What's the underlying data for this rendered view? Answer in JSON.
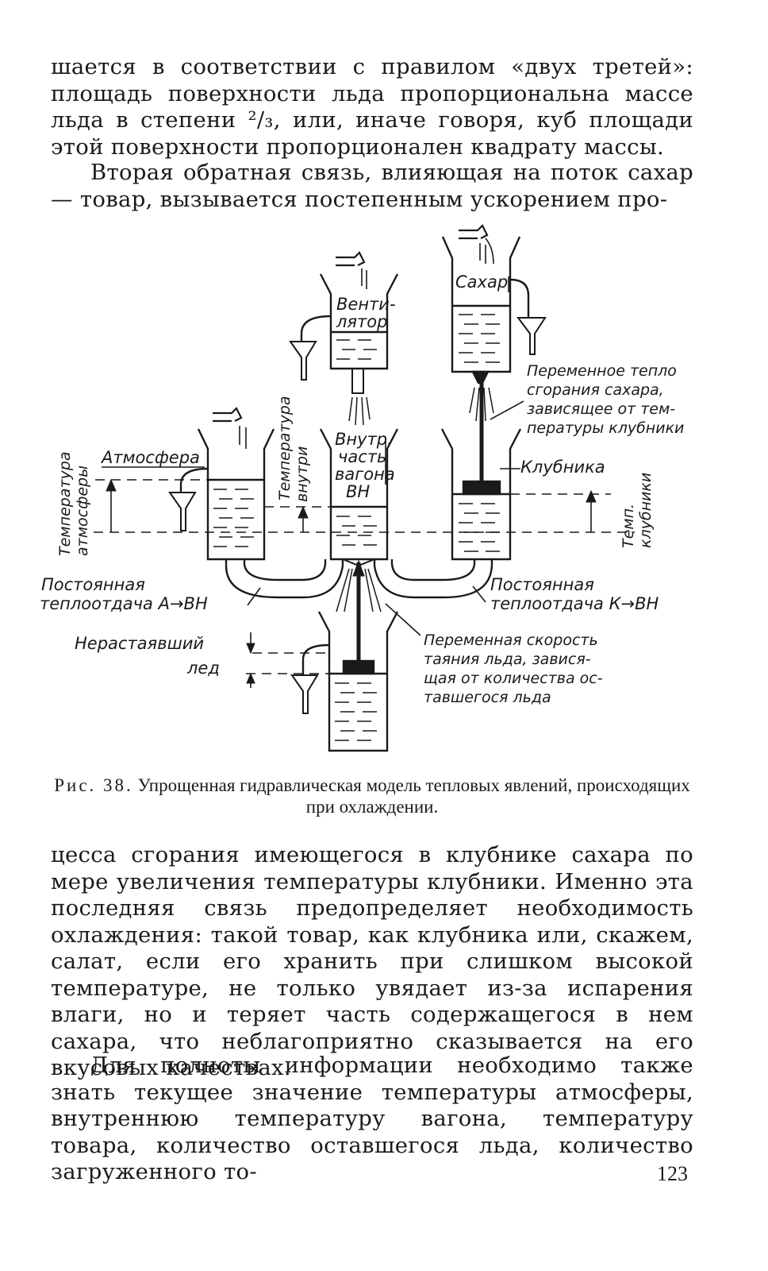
{
  "text": {
    "para1": "шается в соответствии с правилом «двух третей»: площадь поверхности льда пропорциональна массе льда в степени ²/₃, или, иначе говоря, куб площади этой поверхности пропорционален квадрату массы.",
    "para2": "Вторая обратная связь, влияющая на поток сахар — товар, вызывается постепенным ускорением про-",
    "para3": "цесса сгорания имеющегося в клубнике сахара по мере увеличения температуры клубники. Именно эта последняя связь предопределяет необходимость охлаждения: такой товар, как клубника или, скажем, салат, если его хранить при слишком высокой температуре, не только увядает из-за испарения влаги, но и теряет часть содержащегося в нем сахара, что неблагоприятно сказывается на его вкусовых качествах.",
    "para4": "Для полноты информации необходимо также знать текущее значение температуры атмосферы, внутреннюю температуру вагона, температуру товара, количество оставшегося льда, количество загруженного то-"
  },
  "figure": {
    "caption_label": "Рис. 38.",
    "caption_text": "Упрощенная гидравлическая модель тепловых явлений, происходящих при охлаждении.",
    "labels": {
      "atmosphere": "Атмосфера",
      "temp_atm_1": "Температура",
      "temp_atm_2": "атмосферы",
      "ventilator_1": "Венти-",
      "ventilator_2": "лятор",
      "temp_in_1": "Температура",
      "temp_in_2": "внутри",
      "inner_1": "Внутр.",
      "inner_2": "часть",
      "inner_3": "вагона",
      "inner_4": "ВН",
      "sugar": "Сахар",
      "strawberry": "Клубника",
      "temp_k_1": "Темп.",
      "temp_k_2": "клубники",
      "var_heat_1": "Переменное тепло",
      "var_heat_2": "сгорания сахара,",
      "var_heat_3": "зависящее от тем-",
      "var_heat_4": "пературы клубники",
      "const_a_1": "Постоянная",
      "const_a_2": "теплоотдача А→ВН",
      "const_k_1": "Постоянная",
      "const_k_2": "теплоотдача К→ВН",
      "ice_1": "Нерастаявший",
      "ice_2": "лед",
      "melt_1": "Переменная скорость",
      "melt_2": "таяния льда, завися-",
      "melt_3": "щая от количества ос-",
      "melt_4": "тавшегося льда"
    }
  },
  "page_number": "123"
}
